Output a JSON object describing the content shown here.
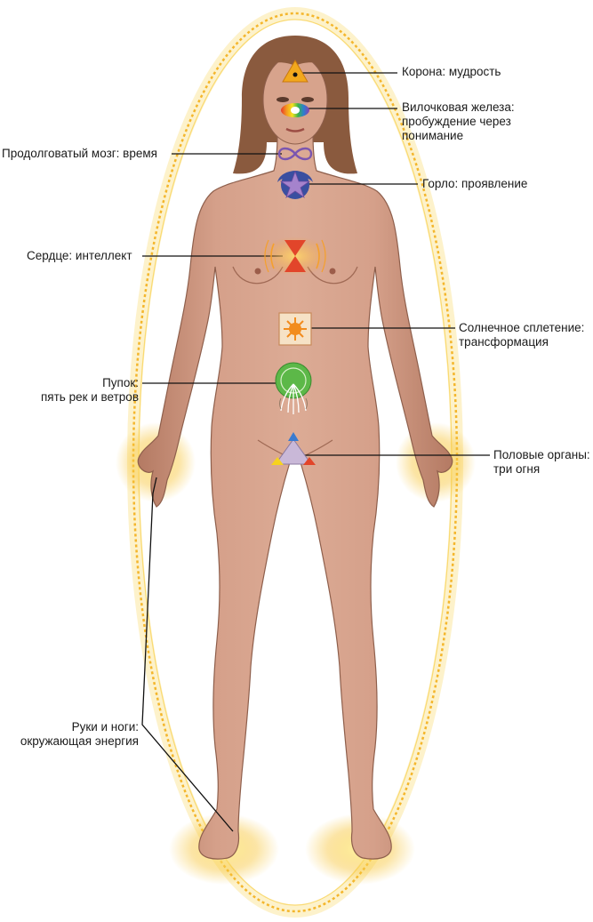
{
  "labels": {
    "crown": "Корона: мудрость",
    "thymus": [
      "Вилочковая железа:",
      "пробуждение через",
      "понимание"
    ],
    "medulla": "Продолговатый мозг: время",
    "throat": "Горло: проявление",
    "heart": "Сердце: интеллект",
    "solar": [
      "Солнечное сплетение:",
      "трансформация"
    ],
    "navel": [
      "Пупок:",
      "пять рек и ветров"
    ],
    "genitals": [
      "Половые органы:",
      "три огня"
    ],
    "limbs": [
      "Руки и ноги:",
      "окружающая энергия"
    ]
  },
  "colors": {
    "skin": "#cf9a82",
    "skin_shadow": "#a9735e",
    "hair": "#8a5a3e",
    "aura": "#f6c13a",
    "leader_line": "#111111",
    "crown_triangle": "#f2a81d",
    "throat_star": "#8a63b8",
    "throat_moon": "#3a4fa0",
    "heart_hourglass": "#e2452a",
    "solar_sun": "#f28c1e",
    "navel_circle": "#5cb848",
    "genital_triangle": "#c9b8d8"
  },
  "icons": [
    "triangle-icon",
    "rainbow-eye-icon",
    "infinity-icon",
    "star-moon-icon",
    "hourglass-icon",
    "sun-square-icon",
    "navel-circle-icon",
    "three-fires-icon"
  ]
}
